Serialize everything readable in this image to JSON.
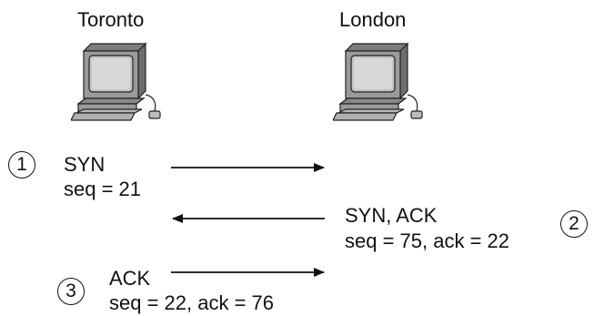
{
  "hosts": {
    "left": {
      "name": "Toronto"
    },
    "right": {
      "name": "London"
    }
  },
  "steps": [
    {
      "number": "1",
      "label": "SYN",
      "detail": "seq = 21",
      "direction": "to-right"
    },
    {
      "number": "2",
      "label": "SYN, ACK",
      "detail": "seq = 75, ack = 22",
      "direction": "to-left"
    },
    {
      "number": "3",
      "label": "ACK",
      "detail": "seq = 22, ack = 76",
      "direction": "to-right"
    }
  ],
  "icons": {
    "computer": "desktop-computer-icon",
    "arrow": "arrow-icon"
  },
  "colors": {
    "ink": "#111111",
    "monitor_body": "#9a9a9a",
    "monitor_screen": "#c4c4c4",
    "keyboard": "#b0b0b0"
  }
}
